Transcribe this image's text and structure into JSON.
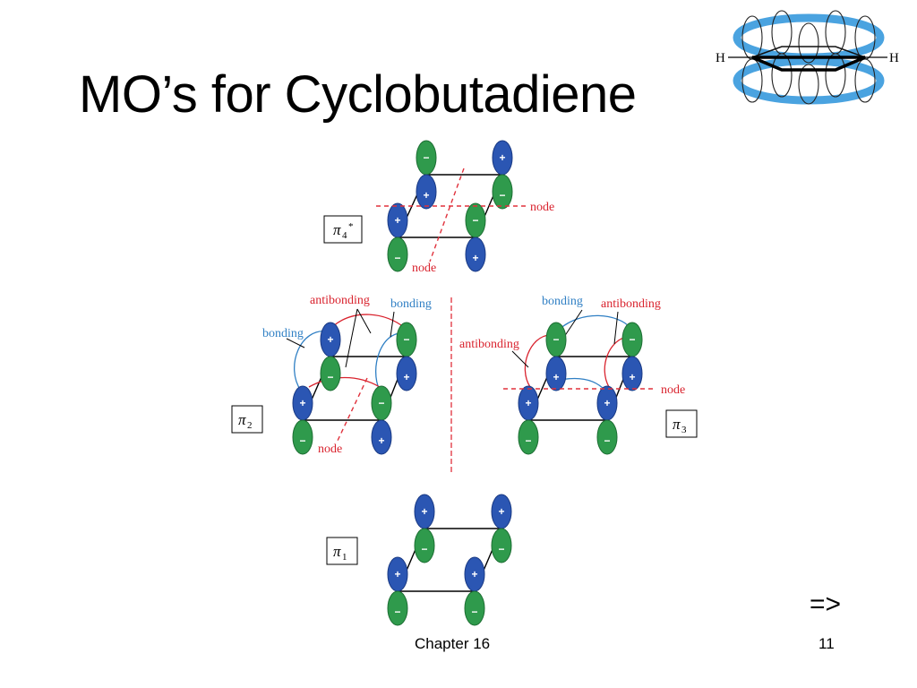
{
  "slide": {
    "title": "MO’s for Cyclobutadiene",
    "next_arrow": "=>",
    "footer_chapter": "Chapter 16",
    "footer_page": "11"
  },
  "benzene_figure": {
    "h_left": "H",
    "h_right": "H"
  },
  "orbitals": [
    {
      "id": "pi4",
      "name": "π",
      "subscript": "4",
      "superscript": "*",
      "lobe_signs": [
        {
          "top": "−",
          "bottom": "+"
        },
        {
          "top": "+",
          "bottom": "−"
        },
        {
          "top": "+",
          "bottom": "−"
        },
        {
          "top": "−",
          "bottom": "+"
        }
      ],
      "labels": [
        {
          "text": "node",
          "kind": "node"
        },
        {
          "text": "node",
          "kind": "node"
        }
      ]
    },
    {
      "id": "pi2",
      "name": "π",
      "subscript": "2",
      "superscript": "",
      "lobe_signs": [
        {
          "top": "+",
          "bottom": "−"
        },
        {
          "top": "−",
          "bottom": "+"
        },
        {
          "top": "+",
          "bottom": "−"
        },
        {
          "top": "−",
          "bottom": "+"
        }
      ],
      "labels": [
        {
          "text": "antibonding",
          "kind": "antibonding"
        },
        {
          "text": "bonding",
          "kind": "bonding"
        },
        {
          "text": "bonding",
          "kind": "bonding"
        },
        {
          "text": "node",
          "kind": "node"
        }
      ]
    },
    {
      "id": "pi3",
      "name": "π",
      "subscript": "3",
      "superscript": "",
      "lobe_signs": [
        {
          "top": "−",
          "bottom": "+"
        },
        {
          "top": "−",
          "bottom": "+"
        },
        {
          "top": "+",
          "bottom": "−"
        },
        {
          "top": "+",
          "bottom": "−"
        }
      ],
      "labels": [
        {
          "text": "bonding",
          "kind": "bonding"
        },
        {
          "text": "antibonding",
          "kind": "antibonding"
        },
        {
          "text": "antibonding",
          "kind": "antibonding"
        },
        {
          "text": "node",
          "kind": "node"
        }
      ]
    },
    {
      "id": "pi1",
      "name": "π",
      "subscript": "1",
      "superscript": "",
      "lobe_signs": [
        {
          "top": "+",
          "bottom": "−"
        },
        {
          "top": "+",
          "bottom": "−"
        },
        {
          "top": "+",
          "bottom": "−"
        },
        {
          "top": "+",
          "bottom": "−"
        }
      ],
      "labels": []
    }
  ],
  "colors": {
    "plus_lobe": "#2b56b3",
    "minus_lobe": "#2f9a4c",
    "node_line": "#e0313c",
    "bonding": "#2f7fc4",
    "antibonding": "#d9232e",
    "benzene_ring": "#4aa3e0"
  }
}
